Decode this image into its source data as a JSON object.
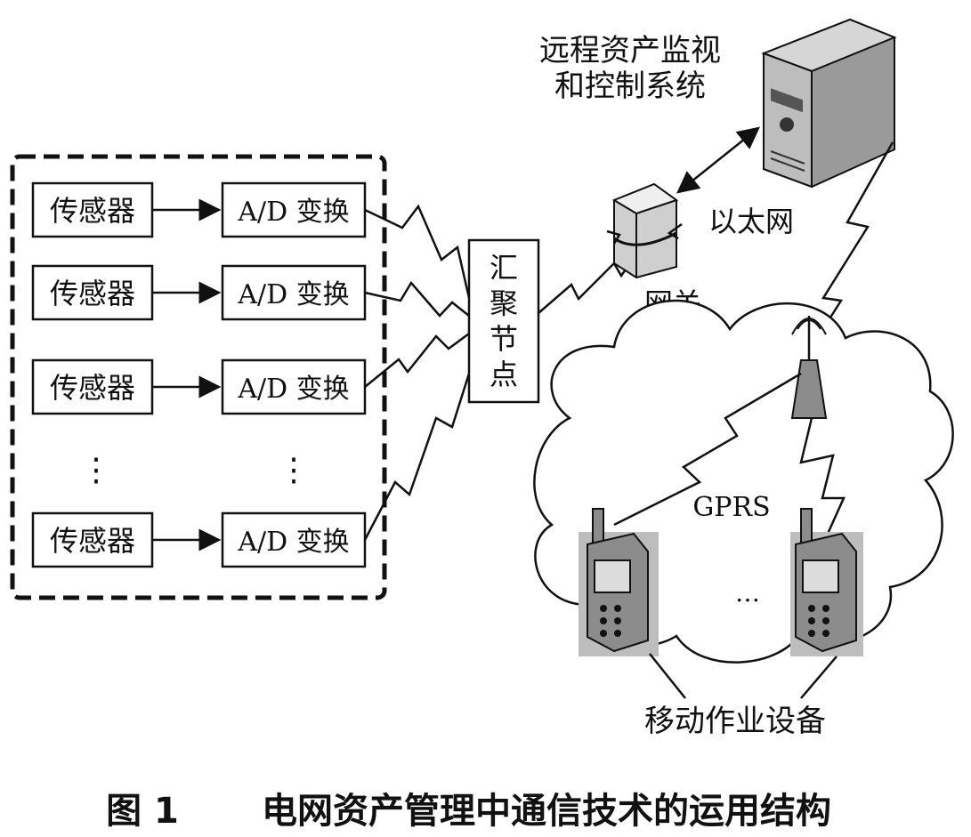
{
  "diagram": {
    "sensor_label": "传感器",
    "ad_label": "A/D 变换",
    "ellipsis_vertical": "⋮",
    "aggregation_node": [
      "汇",
      "聚",
      "节",
      "点"
    ],
    "gateway_label": "网关",
    "ethernet_label": "以太网",
    "server_label_line1": "远程资产监视",
    "server_label_line2": "和控制系统",
    "gprs_label": "GPRS",
    "mobile_ellipsis": "…",
    "mobile_devices_label": "移动作业设备"
  },
  "caption": {
    "figure_number": "图 1",
    "title": "电网资产管理中通信技术的运用结构"
  },
  "colors": {
    "line": "#111111",
    "device_gray": "#8c8c8c",
    "background": "#ffffff"
  }
}
